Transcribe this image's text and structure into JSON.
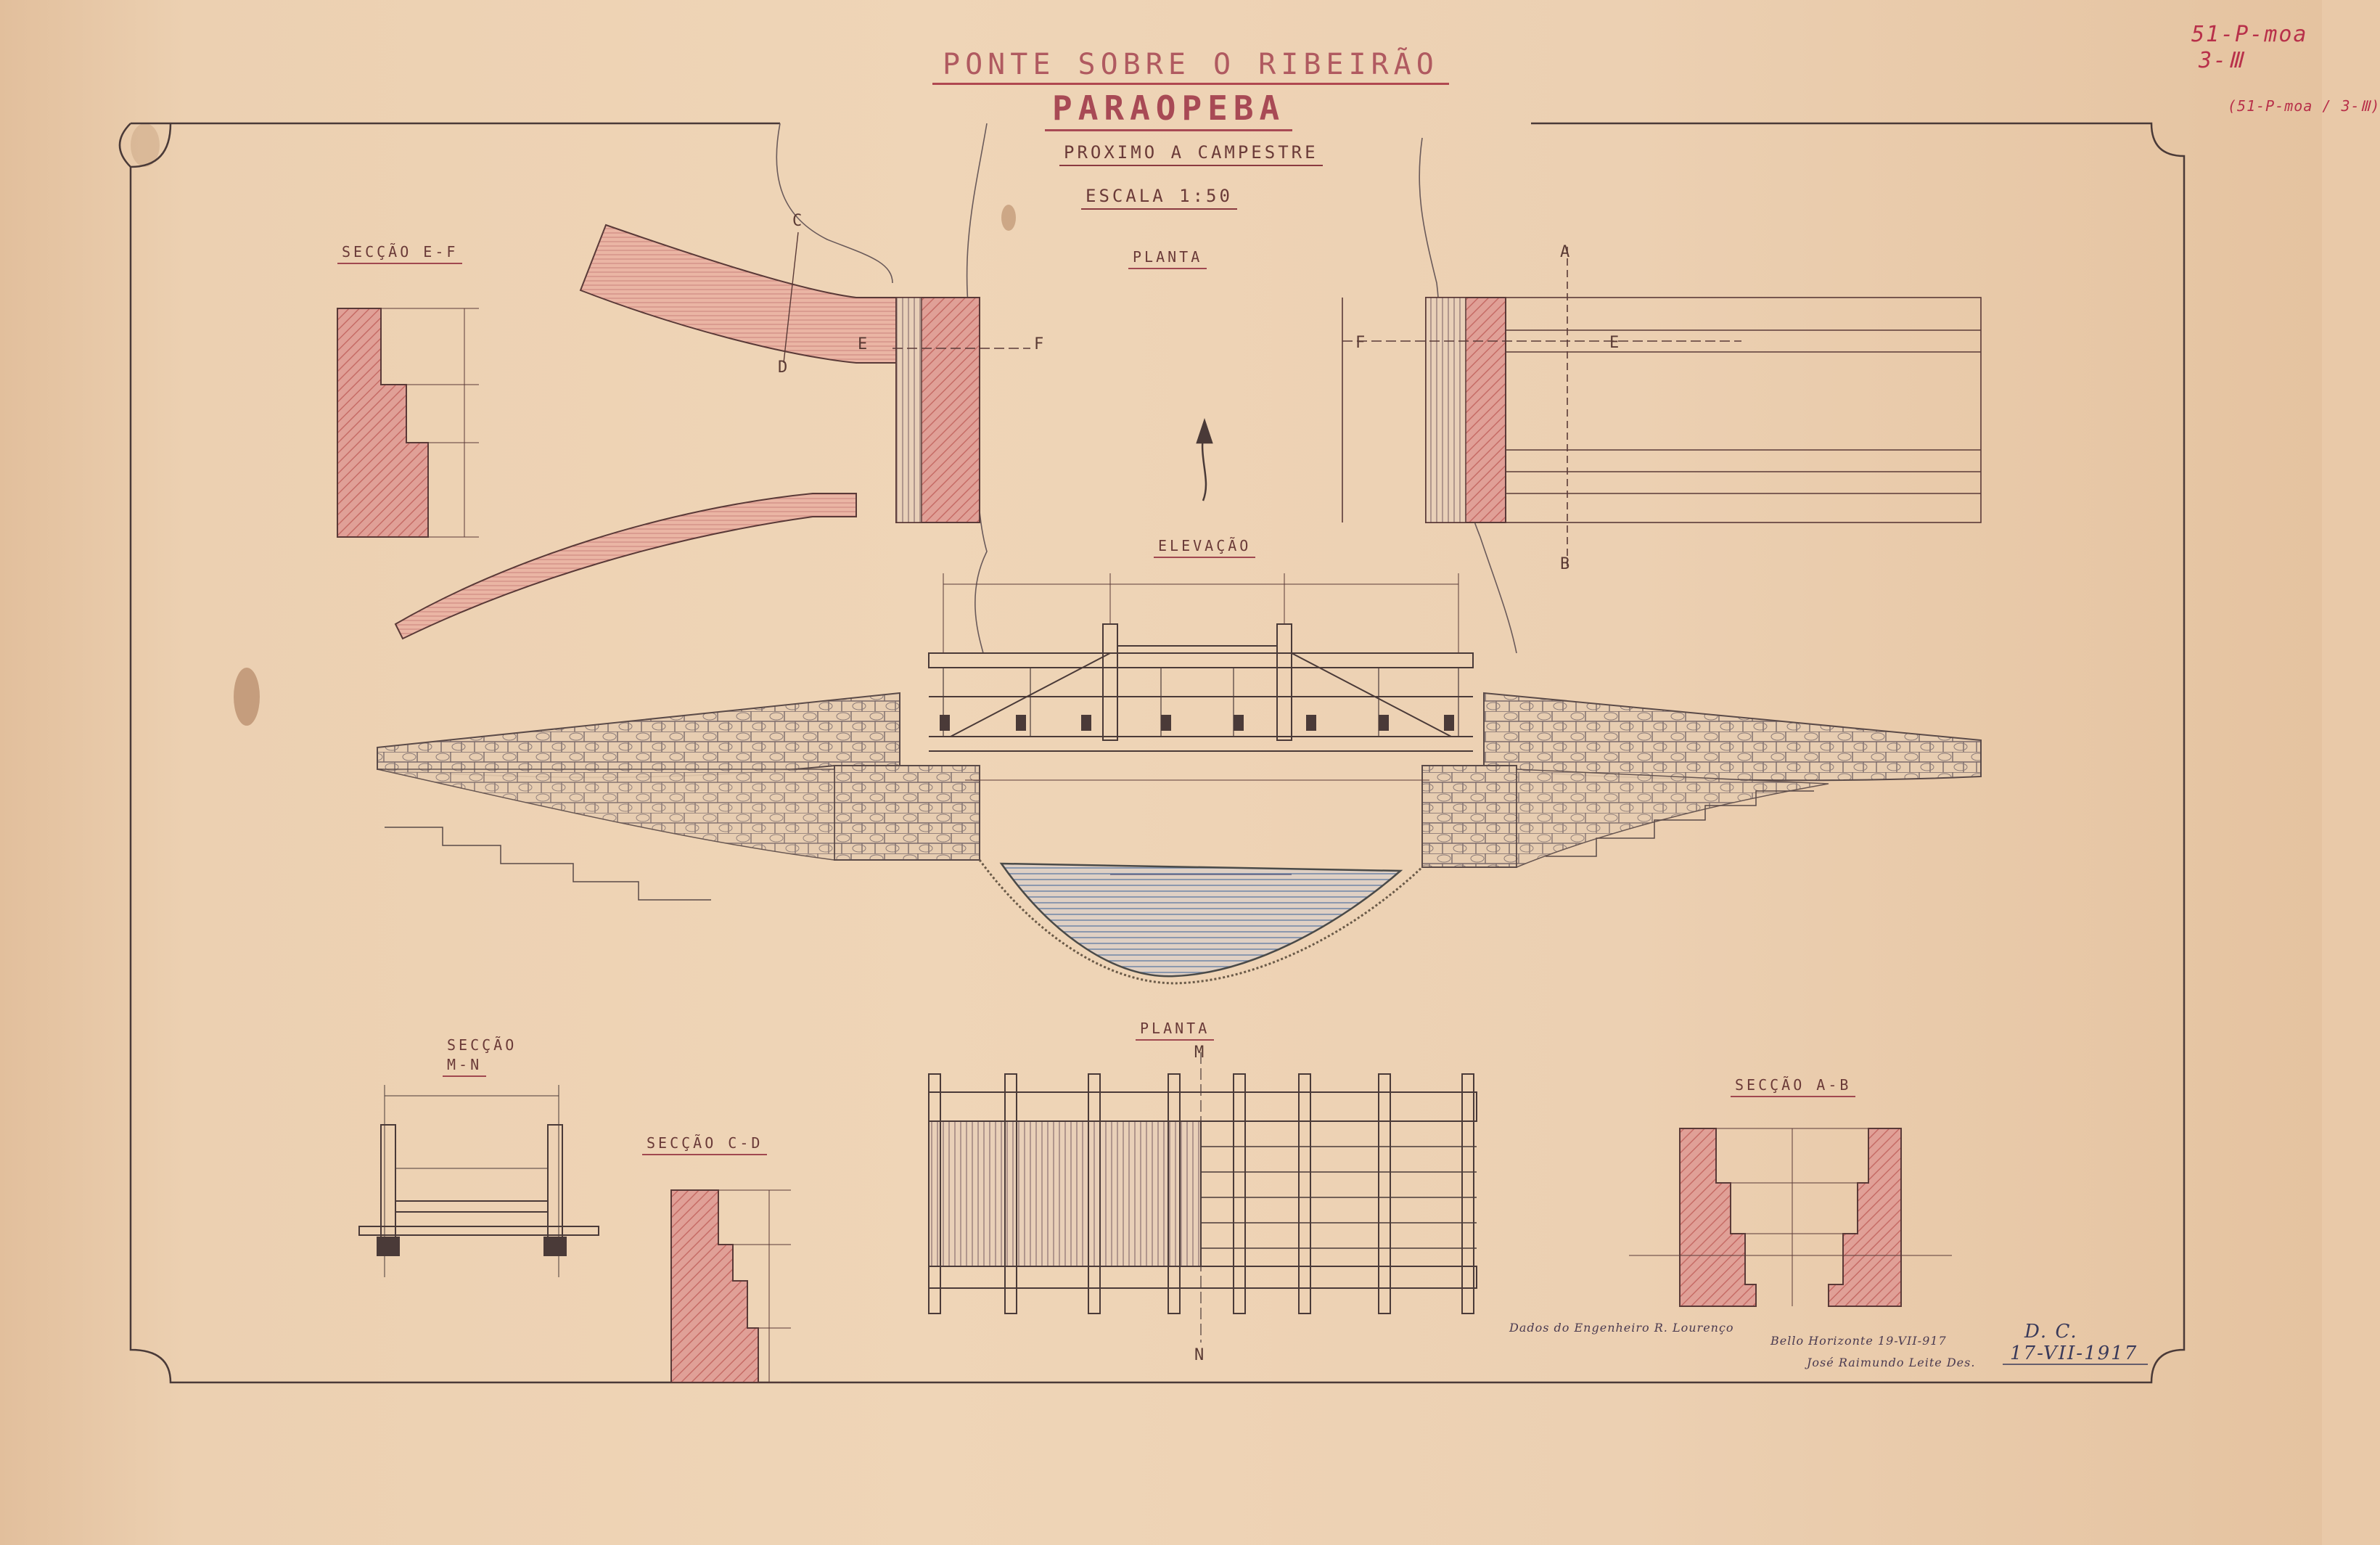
{
  "title": {
    "line1": "PONTE SOBRE O RIBEIRÃO",
    "line2": "PARAOPEBA",
    "subtitle": "PROXIMO A CAMPESTRE",
    "scale": "ESCALA 1:50"
  },
  "catalog": {
    "code_top": "51-P-moa",
    "code_bottom": "3-Ⅲ",
    "code_small": "(51-P-moa / 3-Ⅲ)"
  },
  "views": {
    "section_ef": "SECÇÃO E-F",
    "plan_top": "PLANTA",
    "elevation": "ELEVAÇÃO",
    "section_mn_title": "SECÇÃO",
    "section_mn_sub": "M-N",
    "section_cd": "SECÇÃO C-D",
    "plan_bottom": "PLANTA",
    "section_ab": "SECÇÃO A-B"
  },
  "letters": {
    "c": "C",
    "d": "D",
    "e_left": "E",
    "f_left": "F",
    "f_right": "F",
    "e_right": "E",
    "a": "A",
    "b": "B",
    "m": "M",
    "n": "N"
  },
  "signatures": {
    "engineer": "Dados do Engenheiro R. Lourenço",
    "draftsman_line1": "Bello Horizonte 19-VII-917",
    "draftsman_line2": "José Raimundo Leite Des.",
    "initials": "D. C.",
    "date": "17-VII-1917"
  },
  "colors": {
    "paper": "#ecd0b1",
    "ink": "#5a3a34",
    "masonry_red": "#d98a84",
    "water_blue": "#6f86a6",
    "title_red": "#a84a55",
    "catalog_red": "#b8304a"
  }
}
